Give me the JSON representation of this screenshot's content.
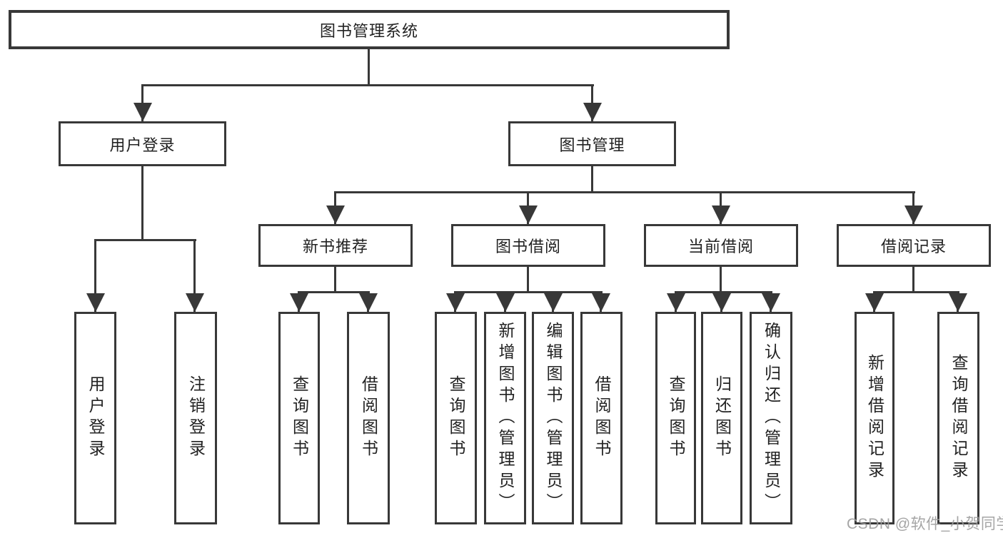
{
  "diagram": {
    "root": {
      "label": "图书管理系统"
    },
    "user_login": {
      "label": "用户登录",
      "children": [
        {
          "label": "用户登录"
        },
        {
          "label": "注销登录"
        }
      ]
    },
    "book_management": {
      "label": "图书管理",
      "children": [
        {
          "label": "新书推荐",
          "children": [
            {
              "label": "查询图书"
            },
            {
              "label": "借阅图书"
            }
          ]
        },
        {
          "label": "图书借阅",
          "children": [
            {
              "label": "查询图书"
            },
            {
              "label": "新增图书（管理员）"
            },
            {
              "label": "编辑图书（管理员）"
            },
            {
              "label": "借阅图书"
            }
          ]
        },
        {
          "label": "当前借阅",
          "children": [
            {
              "label": "查询图书"
            },
            {
              "label": "归还图书"
            },
            {
              "label": "确认归还（管理员）"
            }
          ]
        },
        {
          "label": "借阅记录",
          "children": [
            {
              "label": "新增借阅记录"
            },
            {
              "label": "查询借阅记录"
            }
          ]
        }
      ]
    }
  },
  "watermark": {
    "text": "CSDN @软件_小贺同学"
  },
  "colors": {
    "line": "#383838",
    "text": "#222222",
    "background": "#ffffff",
    "watermark": "#9c9c9c"
  }
}
